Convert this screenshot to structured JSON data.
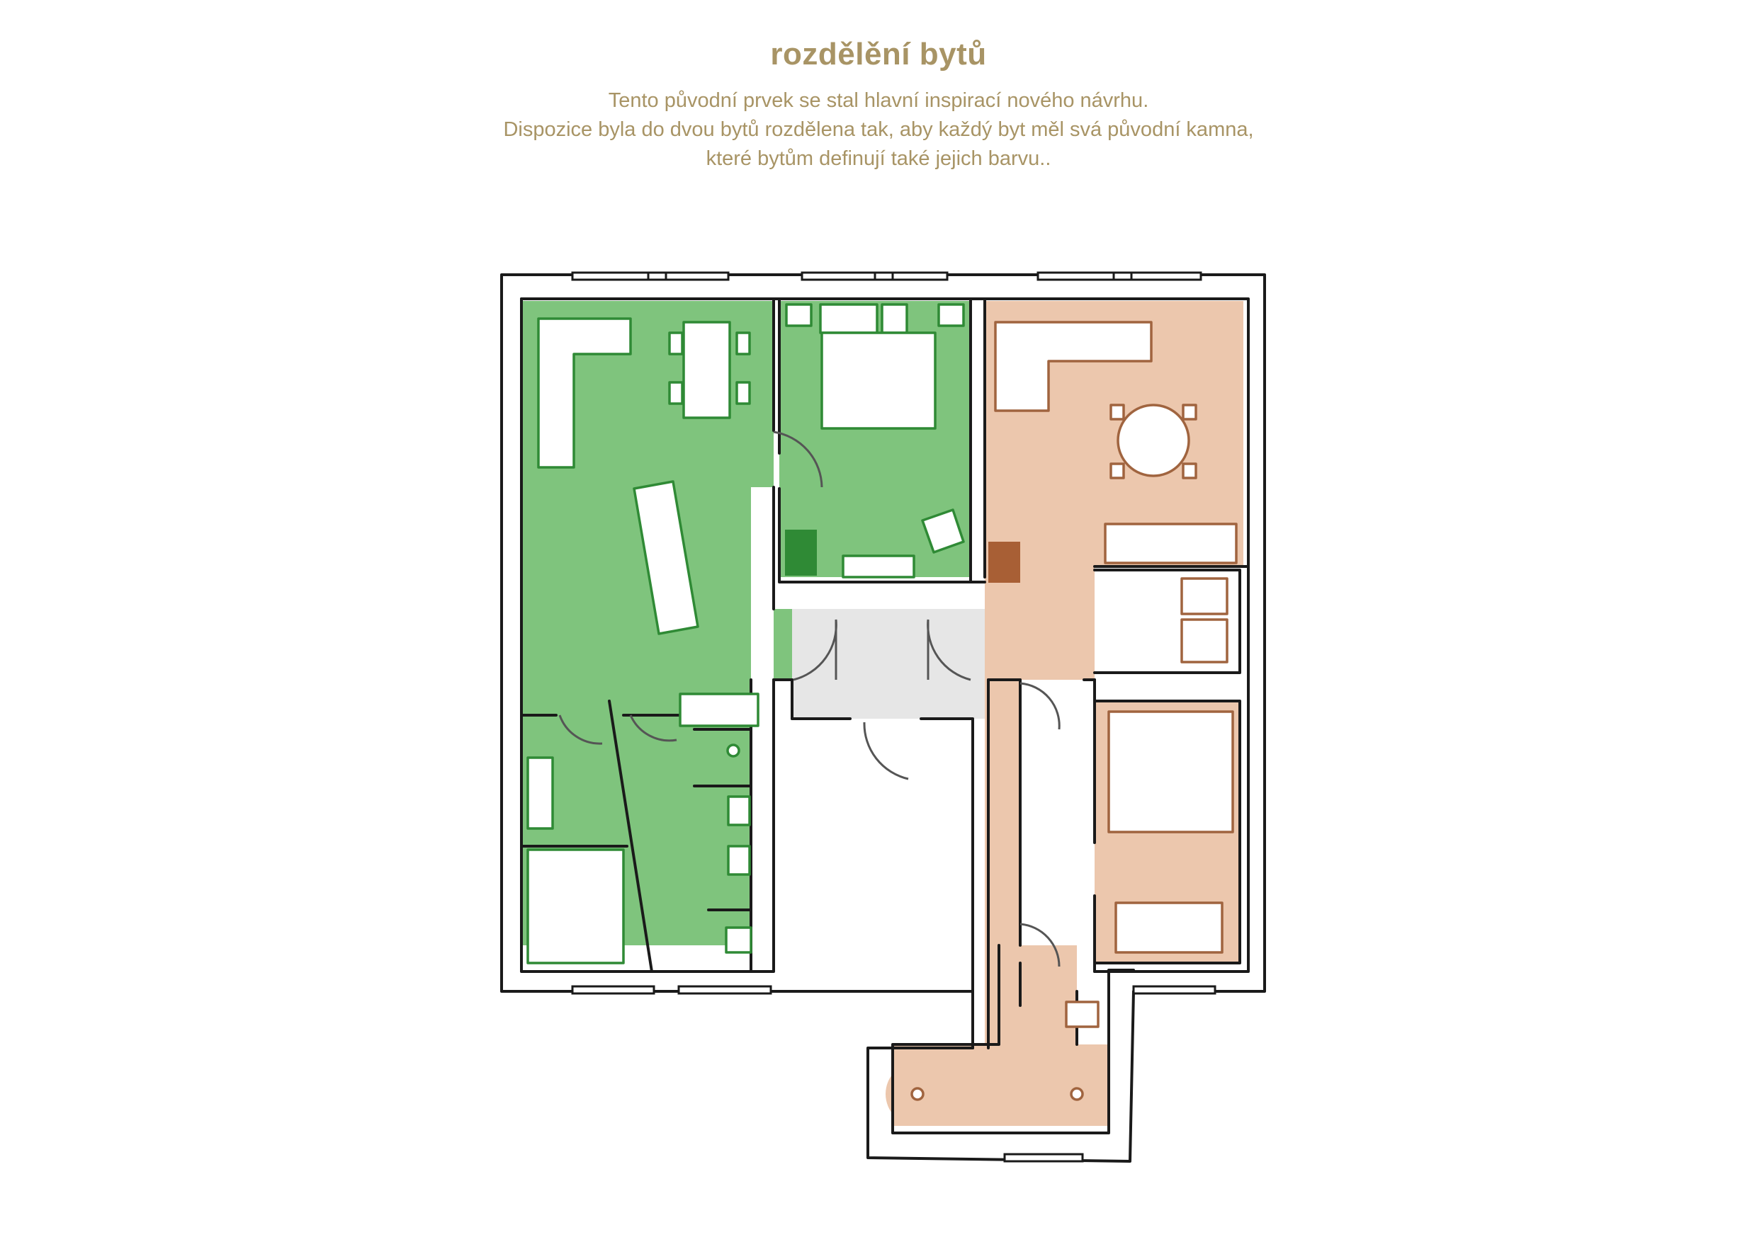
{
  "title": "rozdělění bytů",
  "description": [
    "Tento původní prvek se stal hlavní inspirací nového návrhu.",
    "Dispozice byla do dvou bytů rozdělena tak, aby každý byt měl svá původní kamna,",
    "které bytům definují také jejich barvu.."
  ],
  "colors": {
    "text": "#a89465",
    "apartment_green": "#7fc47d",
    "apartment_green_stove": "#2f8a35",
    "apartment_green_furniture_outline": "#2f8a35",
    "apartment_salmon": "#ecc7ad",
    "apartment_salmon_stove": "#a85f35",
    "apartment_salmon_furniture_outline": "#a0643f",
    "shared_hall": "#e6e6e6",
    "wall": "#1a1a1a"
  },
  "plan": {
    "apartments": [
      {
        "id": "green",
        "color": "apartment_green",
        "stove_color": "apartment_green_stove"
      },
      {
        "id": "salmon",
        "color": "apartment_salmon",
        "stove_color": "apartment_salmon_stove"
      }
    ],
    "shared_area": "shared_hall"
  }
}
